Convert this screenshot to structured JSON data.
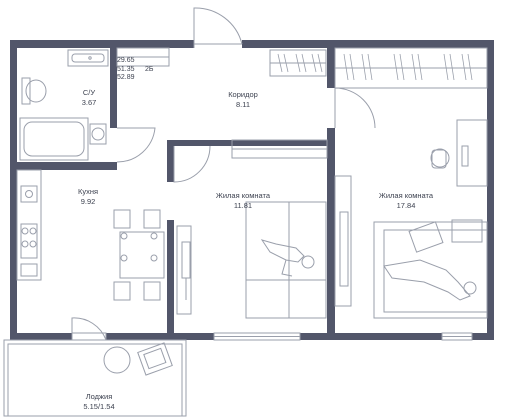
{
  "apartment": {
    "areas": {
      "living": "29.65",
      "total": "51.35",
      "total_with_balcony": "52.89"
    },
    "room_count": "2Б"
  },
  "rooms": [
    {
      "id": "bathroom",
      "name": "С/У",
      "area": "3.67"
    },
    {
      "id": "corridor",
      "name": "Коридор",
      "area": "8.11"
    },
    {
      "id": "kitchen",
      "name": "Кухня",
      "area": "9.92"
    },
    {
      "id": "living1",
      "name": "Жилая комната",
      "area": "11.81"
    },
    {
      "id": "living2",
      "name": "Жилая комната",
      "area": "17.84"
    },
    {
      "id": "loggia",
      "name": "Лоджия",
      "area": "5.15/1.54"
    }
  ],
  "colors": {
    "wall": "#52566a",
    "line": "#9a9fab",
    "text": "#3d4250",
    "bg": "#ffffff"
  }
}
